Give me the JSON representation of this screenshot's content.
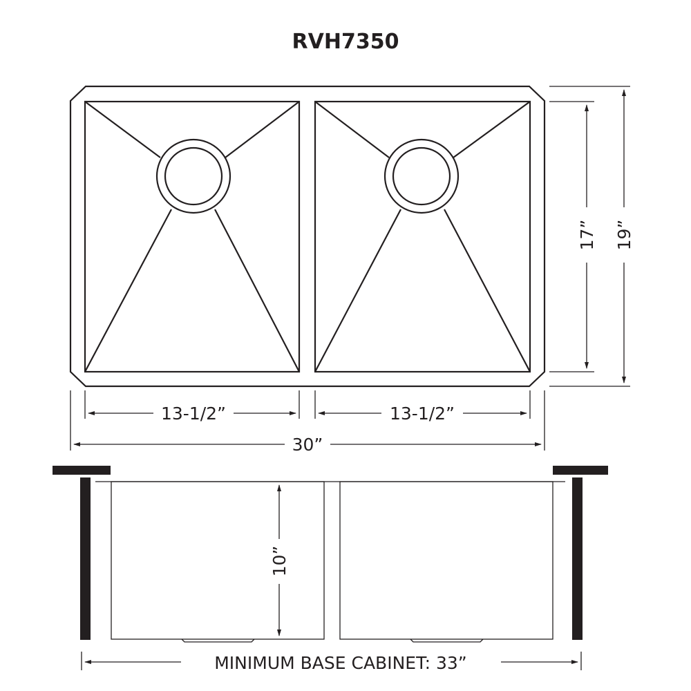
{
  "title": "RVH7350",
  "dimensions": {
    "left_bowl_width": "13-1/2”",
    "right_bowl_width": "13-1/2”",
    "overall_width": "30”",
    "bowl_length": "17”",
    "overall_length": "19”",
    "depth": "10”",
    "min_cabinet": "MINIMUM BASE CABINET: 33”"
  },
  "colors": {
    "line": "#231f20",
    "background": "#ffffff"
  }
}
